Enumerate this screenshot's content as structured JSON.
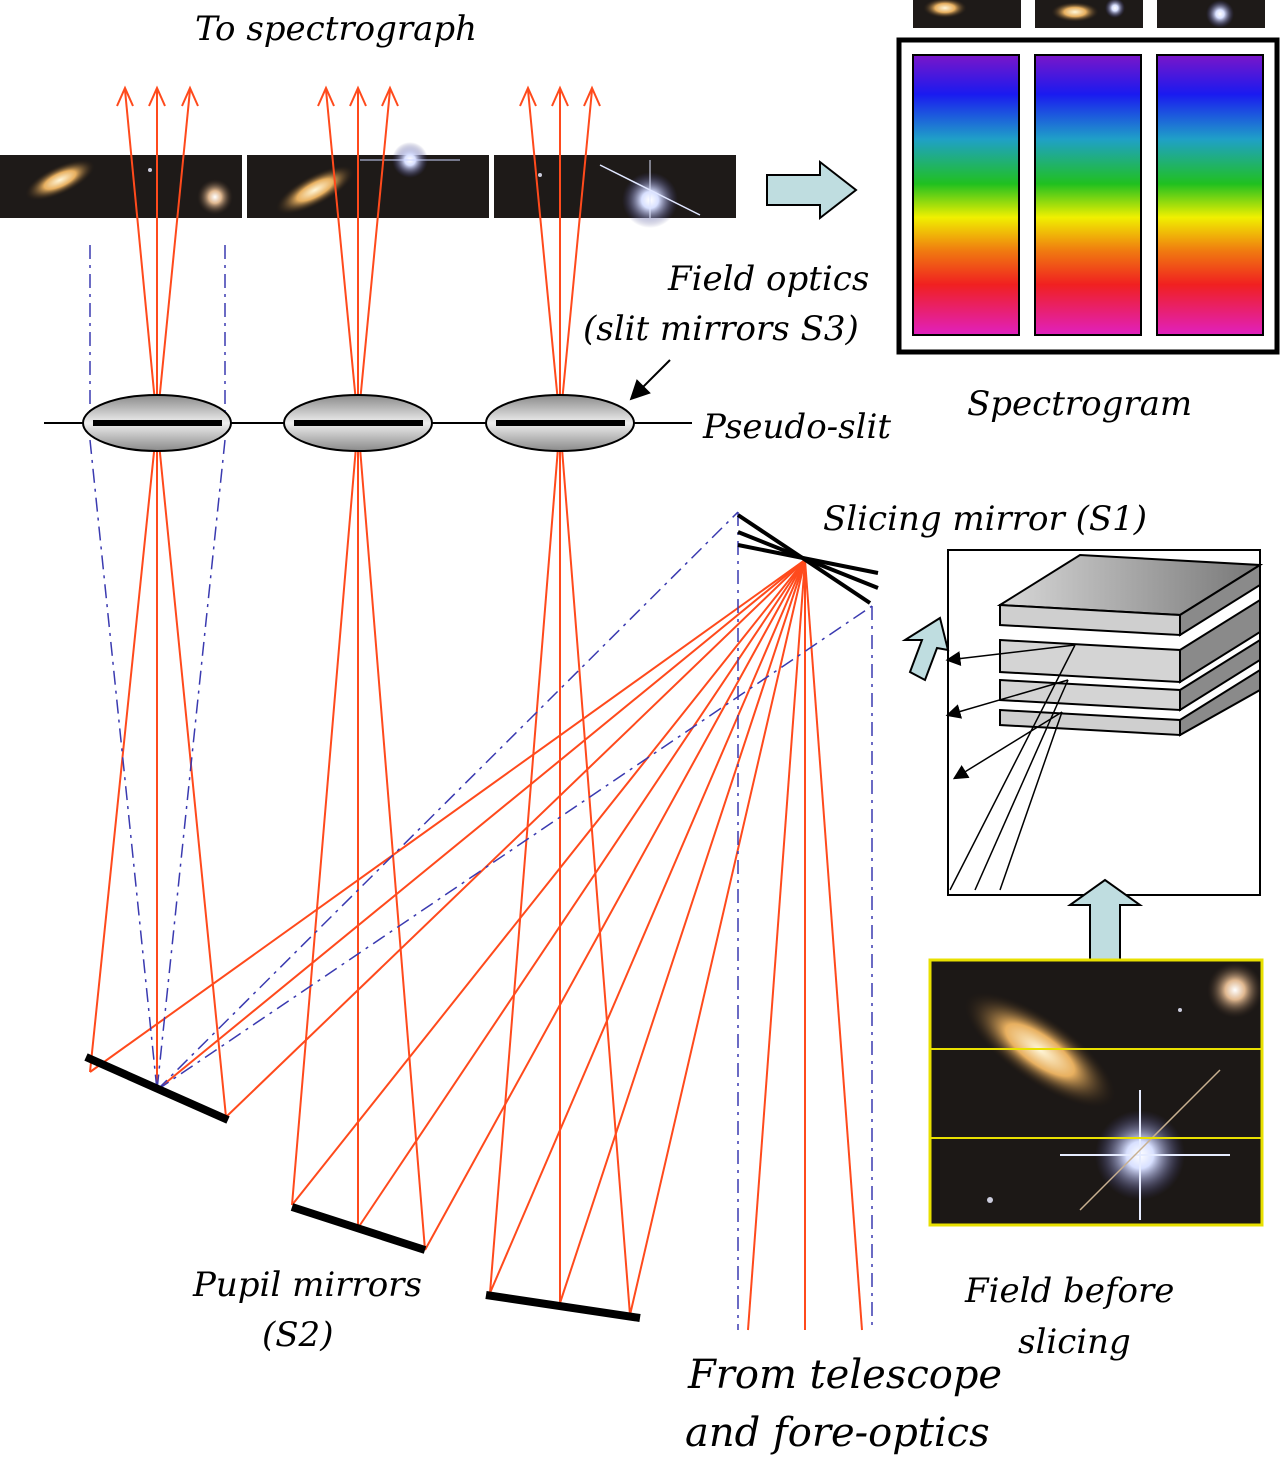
{
  "labels": {
    "to_spectrograph": "To spectrograph",
    "field_optics_line1": "Field optics",
    "field_optics_line2": "(slit mirrors S3)",
    "spectrogram": "Spectrogram",
    "pseudo_slit": "Pseudo-slit",
    "slicing_mirror": "Slicing mirror (S1)",
    "pupil_mirrors_line1": "Pupil mirrors",
    "pupil_mirrors_line2": "(S2)",
    "field_before_line1": "Field before",
    "field_before_line2": "slicing",
    "from_telescope_line1": "From telescope",
    "from_telescope_line2": "and fore-optics"
  },
  "colors": {
    "ray": "#ff4a1c",
    "dashed": "#3a3ab0",
    "arrow_fill": "#bfdde0",
    "mirror": "#000000",
    "field_border": "#e8e000",
    "spectrum_stops": [
      "#7a16c8",
      "#1a1af0",
      "#1fa0c8",
      "#20c020",
      "#f0f000",
      "#f07a10",
      "#f02020",
      "#e020c0"
    ]
  }
}
